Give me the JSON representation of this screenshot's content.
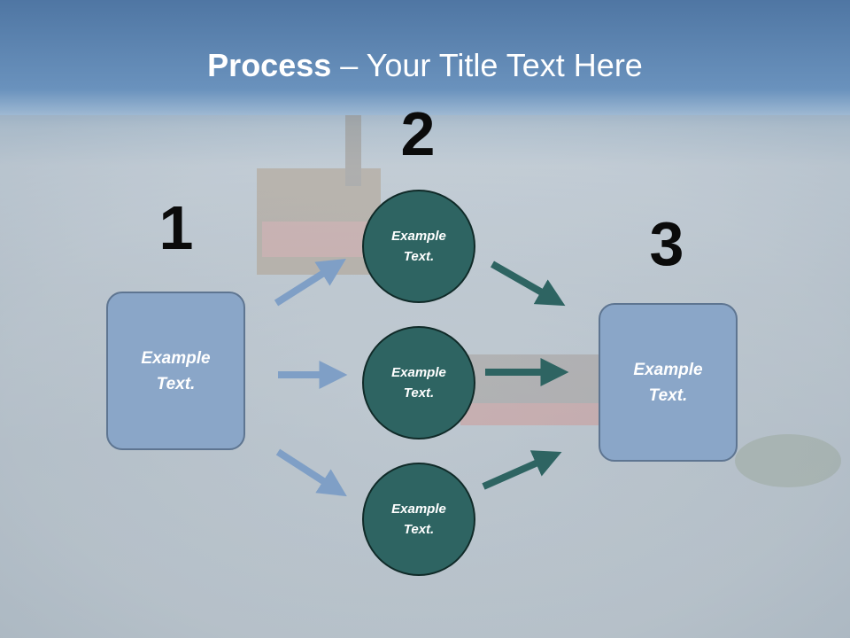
{
  "title": {
    "bold": "Process",
    "rest": " – Your Title Text Here"
  },
  "steps": [
    {
      "number": "1",
      "text": "Example\nText."
    },
    {
      "number": "2",
      "items": [
        "Example\nText.",
        "Example\nText.",
        "Example\nText."
      ]
    },
    {
      "number": "3",
      "text": "Example\nText."
    }
  ],
  "colors": {
    "box": "#8aa6c8",
    "circle": "#2e6462",
    "arrow_light": "#7f9fc6",
    "arrow_dark": "#2e6462"
  }
}
